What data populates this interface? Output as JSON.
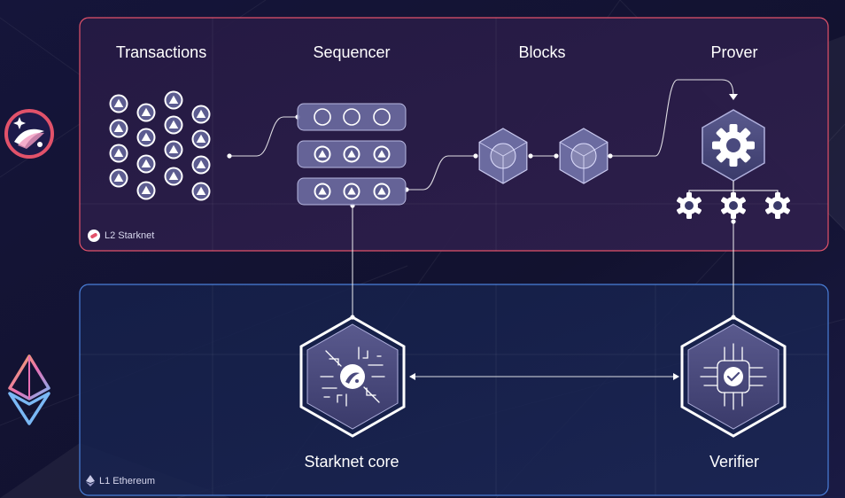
{
  "labels": {
    "transactions": "Transactions",
    "sequencer": "Sequencer",
    "blocks": "Blocks",
    "prover": "Prover",
    "starknet_core": "Starknet core",
    "verifier": "Verifier"
  },
  "panels": {
    "l2": "L2 Starknet",
    "l1": "L1 Ethereum"
  },
  "colors": {
    "background": "#12122f",
    "l2_border": "#e2526a",
    "l1_border": "#4a7fd9",
    "node_fill": "#6b6ba0",
    "connector": "#ffffff"
  },
  "icons": {
    "starknet_logo": "starknet-logo-icon",
    "ethereum_logo": "ethereum-logo-icon",
    "prover_gear": "gear-icon",
    "core_chip": "starknet-core-chip-icon",
    "verifier_chip": "verifier-chip-icon"
  }
}
